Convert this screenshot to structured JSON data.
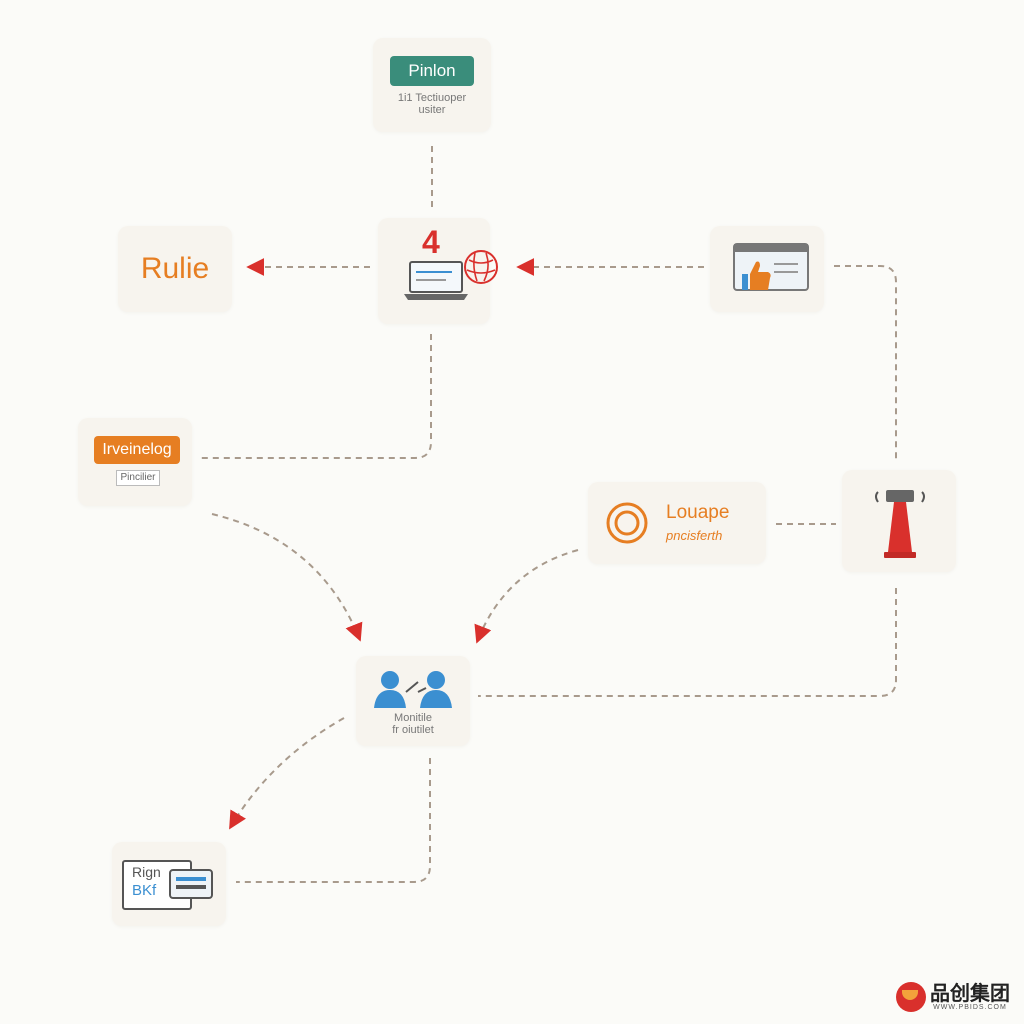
{
  "colors": {
    "connector": "#a89a8c",
    "arrow": "#d9302c",
    "teal": "#3a8d7b",
    "orange": "#e67e22",
    "blue": "#3b8fd1"
  },
  "nodes": {
    "top": {
      "pill": "Pinlon",
      "line1": "1i1 Tectiuoper",
      "line2": "usiter"
    },
    "center": {
      "number": "4",
      "laptop_icon": "laptop-icon",
      "globe_icon": "globe-icon"
    },
    "left": {
      "title": "Rulie"
    },
    "right_top": {
      "icon": "thumbs-up-dashboard-icon"
    },
    "left_mid": {
      "pill": "Irveinelog",
      "tag": "Pincilier"
    },
    "mid_right": {
      "title": "Louape",
      "subtitle": "pncisferth",
      "icon": "ring-icon"
    },
    "far_right": {
      "icon": "traffic-cone-icon"
    },
    "people": {
      "icon": "people-meeting-icon",
      "line1": "Monitile",
      "line2": "fr oiutilet"
    },
    "bottom": {
      "line1": "Rign",
      "line2": "BKf",
      "icon": "id-card-icon"
    }
  },
  "watermark": {
    "name": "品创集团",
    "url": "WWW.PBIDS.COM"
  }
}
